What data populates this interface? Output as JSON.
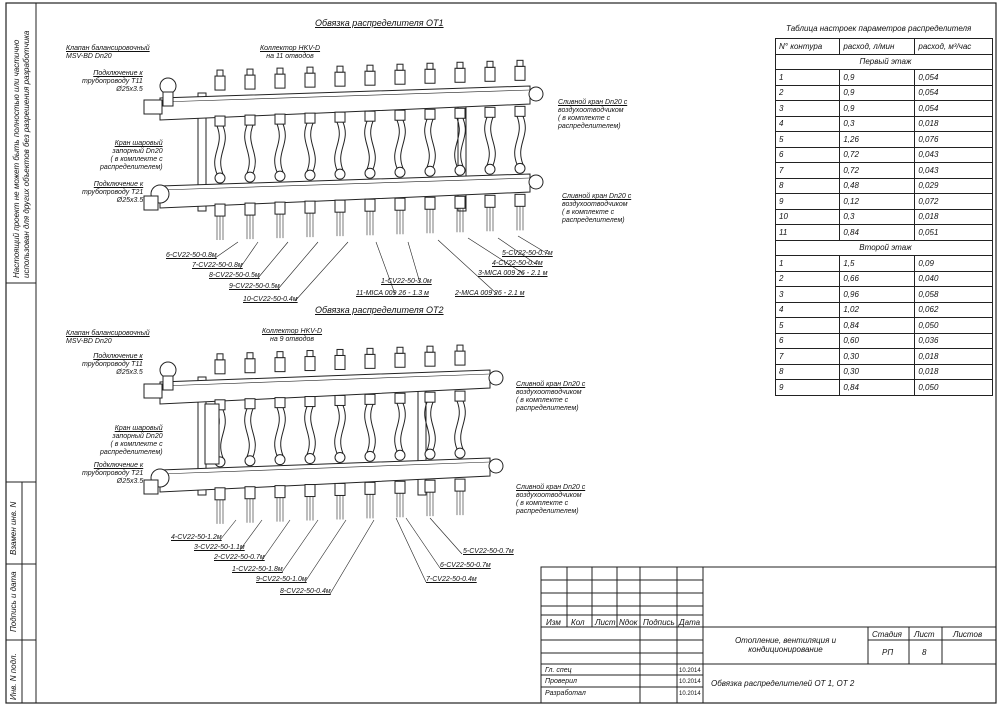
{
  "side": {
    "note": "Настоящий проект не может быть полностью или частично использован для других объектов без разрешения разработчика",
    "box1": "Взамен инв. N",
    "box2": "Подпись и дата",
    "box3": "Инв. N подл."
  },
  "ot1": {
    "title": "Обвязка распределителя ОТ1",
    "collector": [
      "Коллектор HKV-D",
      "на 11 отводов"
    ],
    "valve": [
      "Клапан балансировочный",
      "MSV-BD Dn20"
    ],
    "conn_t11": [
      "Подключение к",
      "трубопроводу Т11",
      "Ø25x3.5"
    ],
    "ball_valve": [
      "Кран шаровый",
      "запорный Dn20",
      "( в комплекте с",
      "распределителем)"
    ],
    "conn_t21": [
      "Подключение к",
      "трубопроводу Т21",
      "Ø25x3.5"
    ],
    "drain1": [
      "Сливной кран Dn20 с",
      "воздухоотводчиком",
      "( в комплекте с",
      "распределителем)"
    ],
    "drain2": [
      "Сливной кран Dn20 с",
      "воздухоотводчиком",
      "( в комплекте с",
      "распределителем)"
    ],
    "pipes": [
      "6-CV22-50-0.8м",
      "7-CV22-50-0.8м",
      "8-CV22-50-0.5м",
      "9-CV22-50-0.5м",
      "10-CV22-50-0.4м",
      "11-MICA 009 26 - 1.3 м",
      "1-CV22-50-3.0м",
      "2-MICA 009 26 - 2.1 м",
      "3-MICA 009 26 - 2.1 м",
      "4-CV22-50-0.4м",
      "5-CV22-50-0.7м"
    ]
  },
  "ot2": {
    "title": "Обвязка распределителя ОТ2",
    "collector": [
      "Коллектор HKV-D",
      "на 9 отводов"
    ],
    "valve": [
      "Клапан балансировочный",
      "MSV-BD Dn20"
    ],
    "conn_t11": [
      "Подключение к",
      "трубопроводу Т11",
      "Ø25x3.5"
    ],
    "ball_valve": [
      "Кран шаровый",
      "запорный Dn20",
      "( в комплекте с",
      "распределителем)"
    ],
    "conn_t21": [
      "Подключение к",
      "трубопроводу Т21",
      "Ø25x3.5"
    ],
    "drain1": [
      "Сливной кран Dn20 с",
      "воздухоотводчиком",
      "( в комплекте с",
      "распределителем)"
    ],
    "drain2": [
      "Сливной кран Dn20 с",
      "воздухоотводчиком",
      "( в комплекте с",
      "распределителем)"
    ],
    "pipes": [
      "4-CV22-50-1.2м",
      "3-CV22-50-1.1м",
      "2-CV22-50-0.7м",
      "1-CV22-50-1.8м",
      "9-CV22-50-1.0м",
      "8-CV22-50-0.4м",
      "5-CV22-50-0.7м",
      "6-CV22-50-0.7м",
      "7-CV22-50-0.4м"
    ]
  },
  "table": {
    "title": "Таблица настроек параметров распределителя",
    "headers": [
      "N° контура",
      "расход, л/мин",
      "расход, м³/час"
    ],
    "floor1": "Первый этаж",
    "floor2": "Второй этаж",
    "rows1": [
      [
        "1",
        "0,9",
        "0,054"
      ],
      [
        "2",
        "0,9",
        "0,054"
      ],
      [
        "3",
        "0,9",
        "0,054"
      ],
      [
        "4",
        "0,3",
        "0,018"
      ],
      [
        "5",
        "1,26",
        "0,076"
      ],
      [
        "6",
        "0,72",
        "0,043"
      ],
      [
        "7",
        "0,72",
        "0,043"
      ],
      [
        "8",
        "0,48",
        "0,029"
      ],
      [
        "9",
        "0,12",
        "0,072"
      ],
      [
        "10",
        "0,3",
        "0,018"
      ],
      [
        "11",
        "0,84",
        "0,051"
      ]
    ],
    "rows2": [
      [
        "1",
        "1,5",
        "0,09"
      ],
      [
        "2",
        "0,66",
        "0,040"
      ],
      [
        "3",
        "0,96",
        "0,058"
      ],
      [
        "4",
        "1,02",
        "0,062"
      ],
      [
        "5",
        "0,84",
        "0,050"
      ],
      [
        "6",
        "0,60",
        "0,036"
      ],
      [
        "7",
        "0,30",
        "0,018"
      ],
      [
        "8",
        "0,30",
        "0,018"
      ],
      [
        "9",
        "0,84",
        "0,050"
      ]
    ]
  },
  "stamp": {
    "cols": [
      "Изм",
      "Кол",
      "Лист",
      "Nдок",
      "Подпись",
      "Дата"
    ],
    "r1": "Гл. спец",
    "r2": "Проверил",
    "r3": "Разработал",
    "date": "10.2014",
    "project": "Отопление, вентиляция и кондиционирование",
    "stage_h": "Стадия",
    "sheet_h": "Лист",
    "sheets_h": "Листов",
    "stage": "РП",
    "sheet": "8",
    "sheets": "",
    "name": "Обвязка распределителей ОТ 1, ОТ 2"
  }
}
